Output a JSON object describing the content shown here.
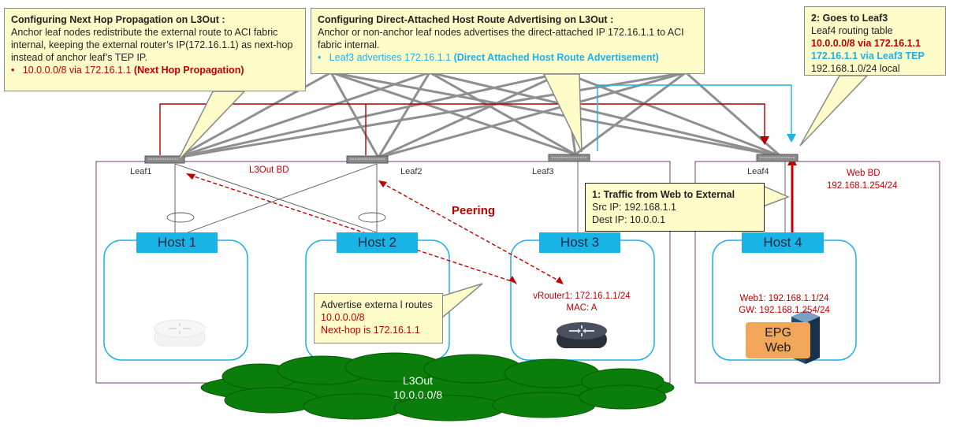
{
  "callouts": {
    "next_hop": {
      "title": "Configuring Next Hop Propagation on L3Out :",
      "body": "Anchor leaf nodes redistribute the external route to ACI fabric internal, keeping the external router’s IP(172.16.1.1) as next-hop instead of anchor leaf’s TEP IP.",
      "bullet_route": "10.0.0.0/8 via 172.16.1.1",
      "bullet_tag": "(Next Hop Propagation)"
    },
    "direct_attached": {
      "title": "Configuring Direct-Attached Host Route Advertising on L3Out :",
      "body": "Anchor or non-anchor leaf nodes advertises the direct-attached IP 172.16.1.1 to ACI fabric internal.",
      "bullet_text": "Leaf3 advertises 172.16.1.1",
      "bullet_tag": "(Direct Attached Host Route Advertisement)"
    },
    "goes_leaf3": {
      "title": "2: Goes to Leaf3",
      "line1": "Leaf4 routing table",
      "line2": "10.0.0.0/8 via 172.16.1.1",
      "line3": "172.16.1.1 via Leaf3 TEP",
      "line4": "192.168.1.0/24 local"
    },
    "traffic": {
      "title": "1: Traffic from Web to External",
      "line1": "Src IP: 192.168.1.1",
      "line2": "Dest IP: 10.0.0.1"
    },
    "advertise": {
      "line1": "Advertise externa l routes",
      "line2": "10.0.0.0/8",
      "line3": "Next-hop is 172.16.1.1"
    }
  },
  "leaves": {
    "leaf1": "Leaf1",
    "leaf2": "Leaf2",
    "leaf3": "Leaf3",
    "leaf4": "Leaf4"
  },
  "bd_labels": {
    "l3out_bd": "L3Out BD",
    "web_bd_name": "Web BD",
    "web_bd_ip": "192.168.1.254/24"
  },
  "hosts": {
    "host1": "Host 1",
    "host2": "Host 2",
    "host3": "Host 3",
    "host4": "Host 4"
  },
  "peering": "Peering",
  "vrouter": {
    "ip": "vRouter1: 172.16.1.1/24",
    "mac": "MAC: A"
  },
  "web": {
    "ip": "Web1: 192.168.1.1/24",
    "gw": "GW: 192.168.1.254/24",
    "epg_line1": "EPG",
    "epg_line2": "Web"
  },
  "l3out_cloud": {
    "name": "L3Out",
    "prefix": "10.0.0.0/8"
  },
  "colors": {
    "callout_fill": "#fefcc8",
    "host_bar": "#19b4e6",
    "route_red": "#c00000",
    "route_blue": "#1fb0e6",
    "cloud_green": "#0a7d0a",
    "epg_orange": "#f2a65a"
  }
}
